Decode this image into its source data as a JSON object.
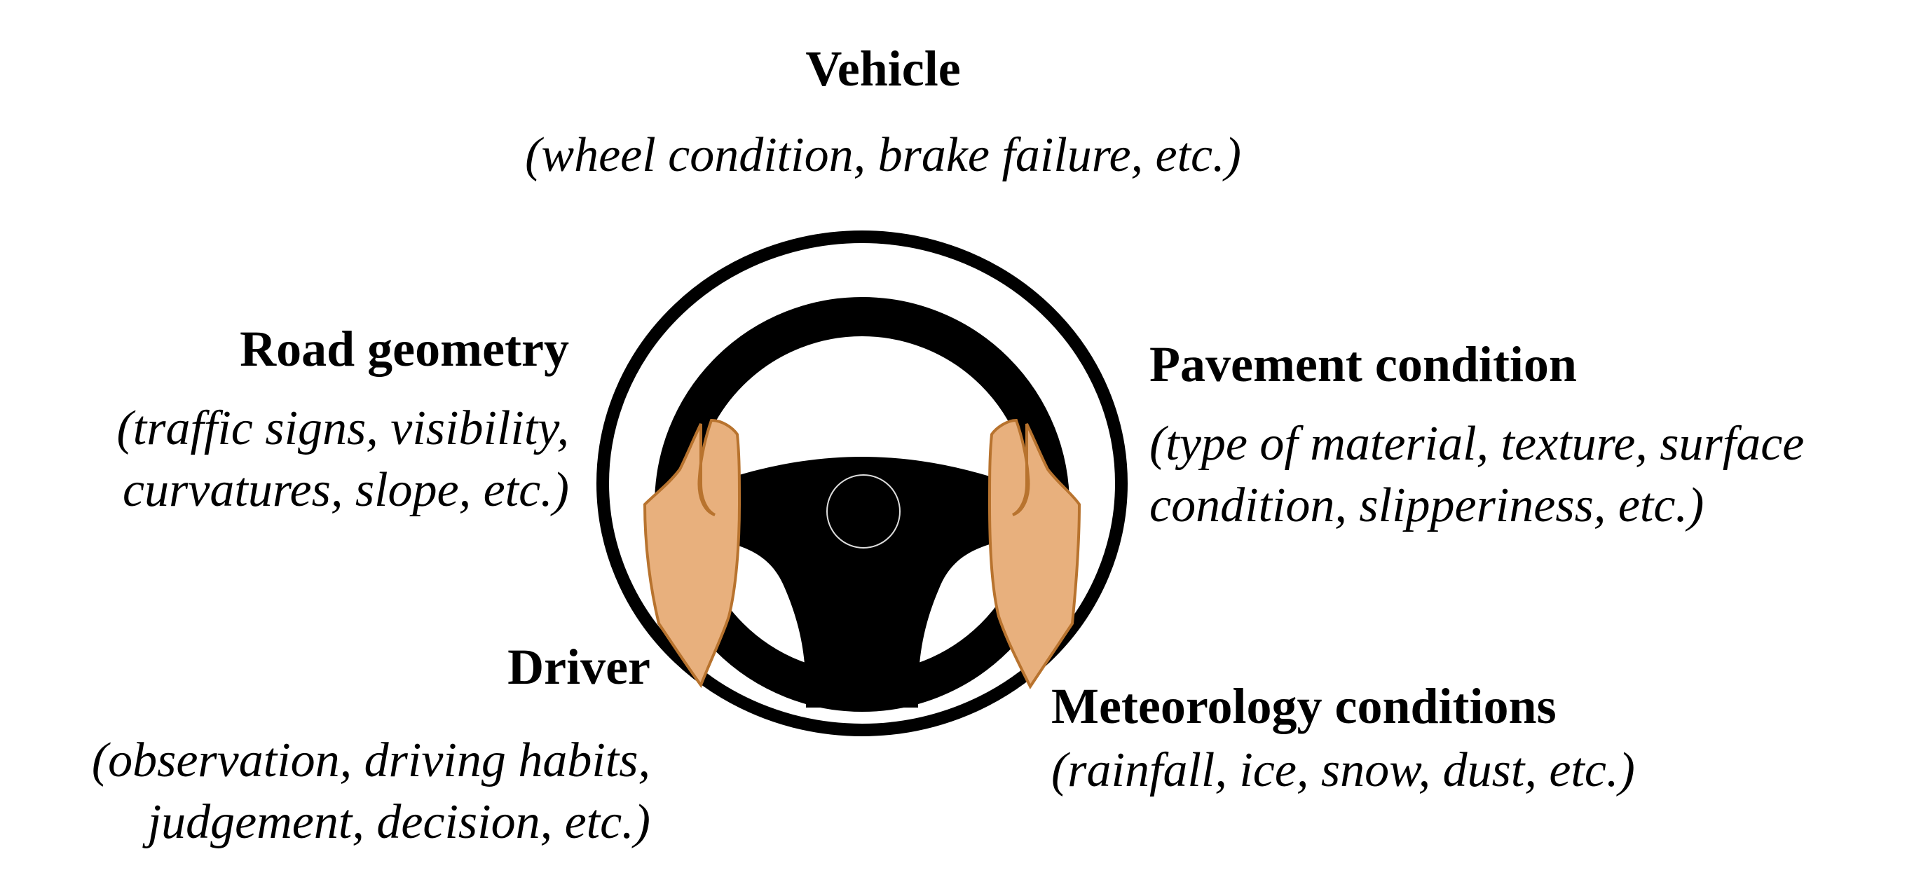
{
  "diagram": {
    "center_icon": "steering-wheel-with-hands",
    "colors": {
      "wheel": "#000000",
      "skin": "#E8B07D",
      "skin_outline": "#B8732E",
      "background": "#FFFFFF"
    },
    "factors": {
      "vehicle": {
        "title": "Vehicle",
        "desc_lines": [
          "(wheel condition, brake failure, etc.)"
        ]
      },
      "road_geometry": {
        "title": "Road geometry",
        "desc_lines": [
          "(traffic signs, visibility,",
          "curvatures, slope, etc.)"
        ]
      },
      "pavement_condition": {
        "title": "Pavement condition",
        "desc_lines": [
          "(type of material, texture, surface",
          "condition, slipperiness, etc.)"
        ]
      },
      "driver": {
        "title": "Driver",
        "desc_lines": [
          "(observation, driving habits,",
          "judgement, decision, etc.)"
        ]
      },
      "meteorology": {
        "title": "Meteorology conditions",
        "desc_lines": [
          "(rainfall, ice, snow, dust, etc.)"
        ]
      }
    }
  }
}
